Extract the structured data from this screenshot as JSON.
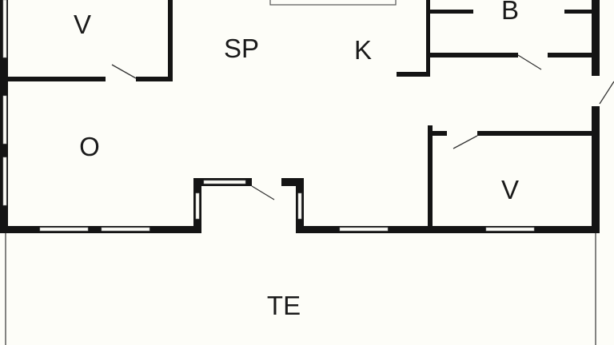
{
  "plan": {
    "rooms": [
      {
        "id": "v-top",
        "label": "V"
      },
      {
        "id": "sp",
        "label": "SP"
      },
      {
        "id": "k",
        "label": "K"
      },
      {
        "id": "b",
        "label": "B"
      },
      {
        "id": "o",
        "label": "O"
      },
      {
        "id": "v-right",
        "label": "V"
      },
      {
        "id": "te",
        "label": "TE"
      }
    ],
    "colors": {
      "wall": "#141414",
      "background": "#fdfdf8"
    }
  }
}
